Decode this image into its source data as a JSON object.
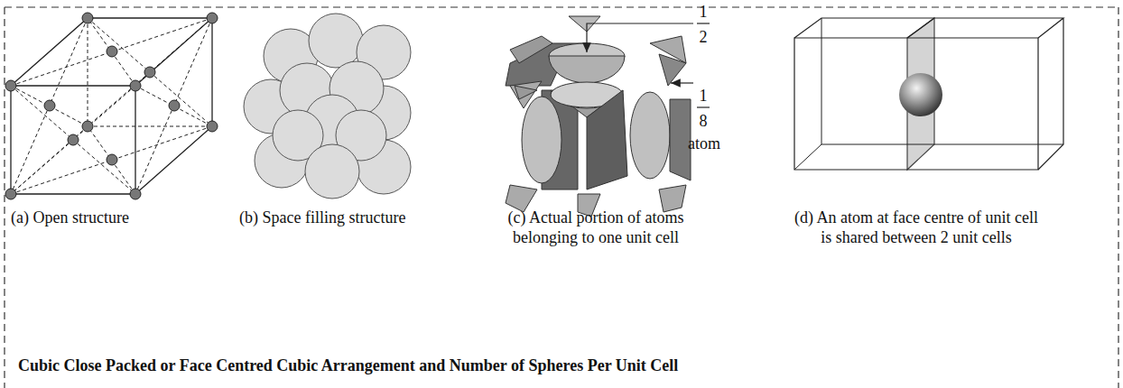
{
  "diagram": {
    "title": "Cubic Close Packed or Face Centred Cubic Arrangement and Number of Spheres Per Unit Cell",
    "labels": [
      "1",
      "2",
      "1",
      "8",
      "atom",
      "(a) Open structure",
      "(b) Space filling structure",
      "(c) Actual portion of atoms belonging to one unit cell",
      "(d) An atom at face centre of unit cell is shared between 2 unit cells"
    ]
  }
}
